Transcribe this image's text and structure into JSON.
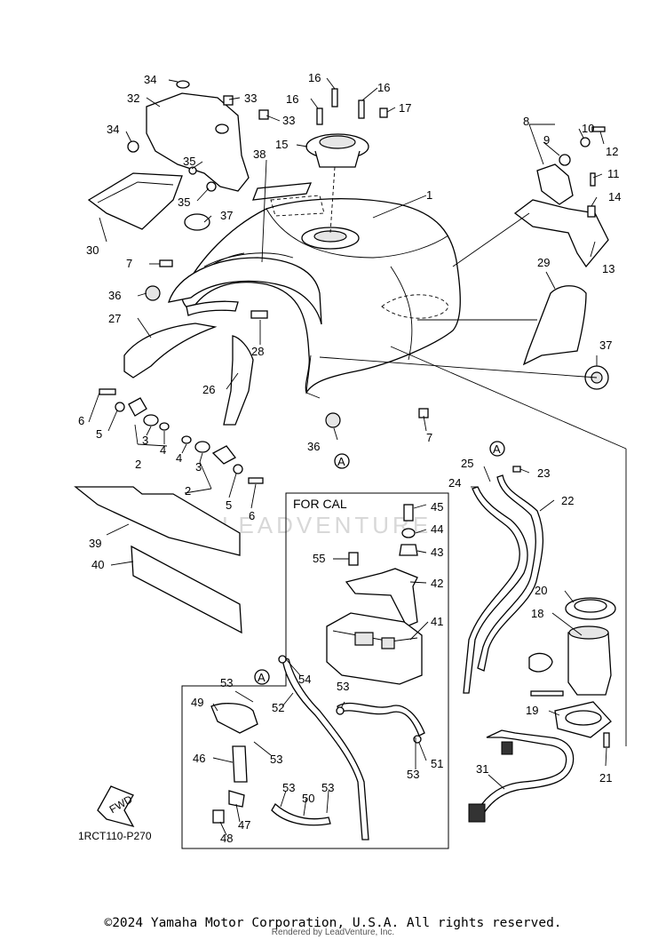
{
  "diagram": {
    "box_title": "FOR CAL",
    "diagram_code": "1RCT110-P270",
    "direction_label": "FWD",
    "reference_marks": [
      "A",
      "A",
      "A"
    ],
    "watermark": "LEADVENTURE",
    "callouts": [
      "1",
      "2",
      "2",
      "3",
      "3",
      "4",
      "4",
      "5",
      "5",
      "6",
      "6",
      "7",
      "7",
      "8",
      "9",
      "10",
      "11",
      "12",
      "13",
      "14",
      "15",
      "16",
      "16",
      "16",
      "17",
      "18",
      "19",
      "20",
      "21",
      "22",
      "23",
      "24",
      "25",
      "26",
      "27",
      "28",
      "29",
      "30",
      "31",
      "32",
      "33",
      "33",
      "34",
      "34",
      "35",
      "35",
      "36",
      "36",
      "37",
      "37",
      "38",
      "39",
      "40",
      "41",
      "42",
      "43",
      "44",
      "45",
      "46",
      "47",
      "48",
      "49",
      "50",
      "51",
      "52",
      "53",
      "53",
      "53",
      "53",
      "53",
      "53",
      "54",
      "55"
    ]
  },
  "footer": {
    "copyright": "©2024 Yamaha Motor Corporation, U.S.A. All rights reserved.",
    "rendered_by": "Rendered by LeadVenture, Inc."
  }
}
